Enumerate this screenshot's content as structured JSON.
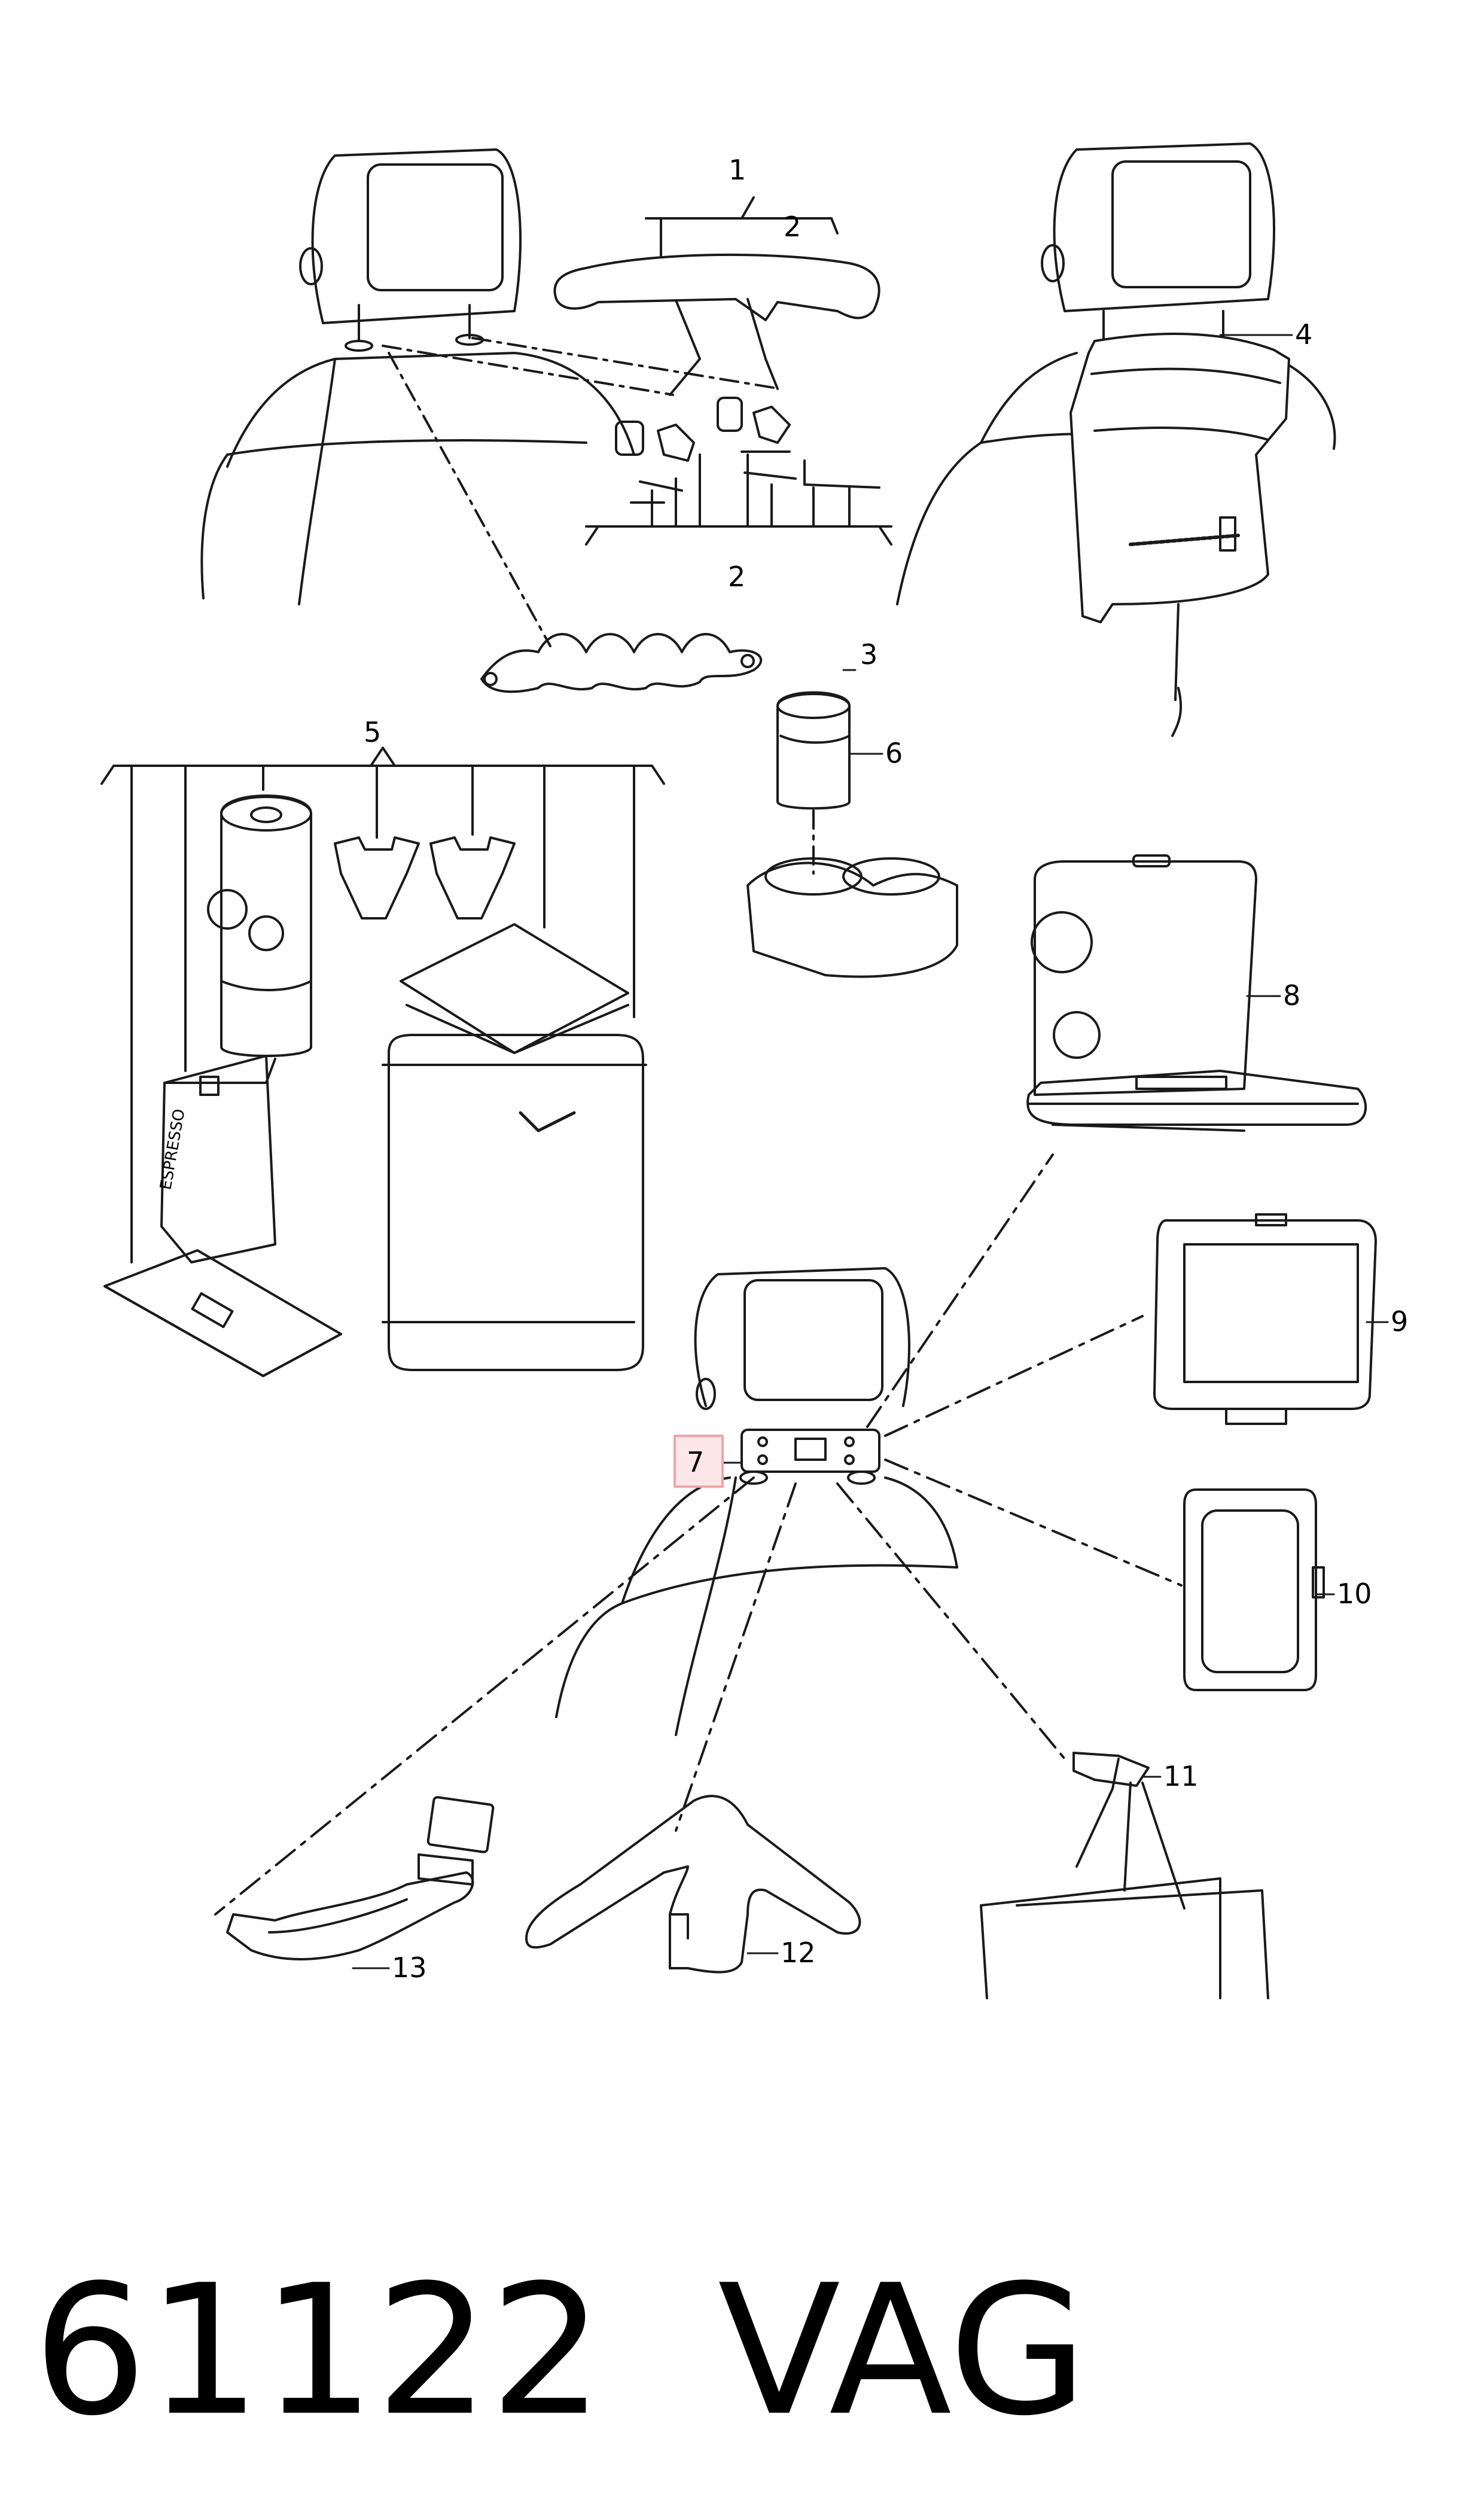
{
  "callouts": {
    "c1": "1",
    "c2a": "2",
    "c2b": "2",
    "c3": "3",
    "c4": "4",
    "c5": "5",
    "c6": "6",
    "c7": "7",
    "c8": "8",
    "c9": "9",
    "c10": "10",
    "c11": "11",
    "c12": "12",
    "c13": "13"
  },
  "box_labels": {
    "espresso": "ESPRESSO"
  },
  "footer": {
    "code": "61122",
    "brand": "VAG"
  },
  "colors": {
    "line": "#1a1a1a",
    "bag_fill": "#e8e8e8",
    "highlight": "#f3a3a8",
    "highlight_fill": "#fde6e7"
  }
}
